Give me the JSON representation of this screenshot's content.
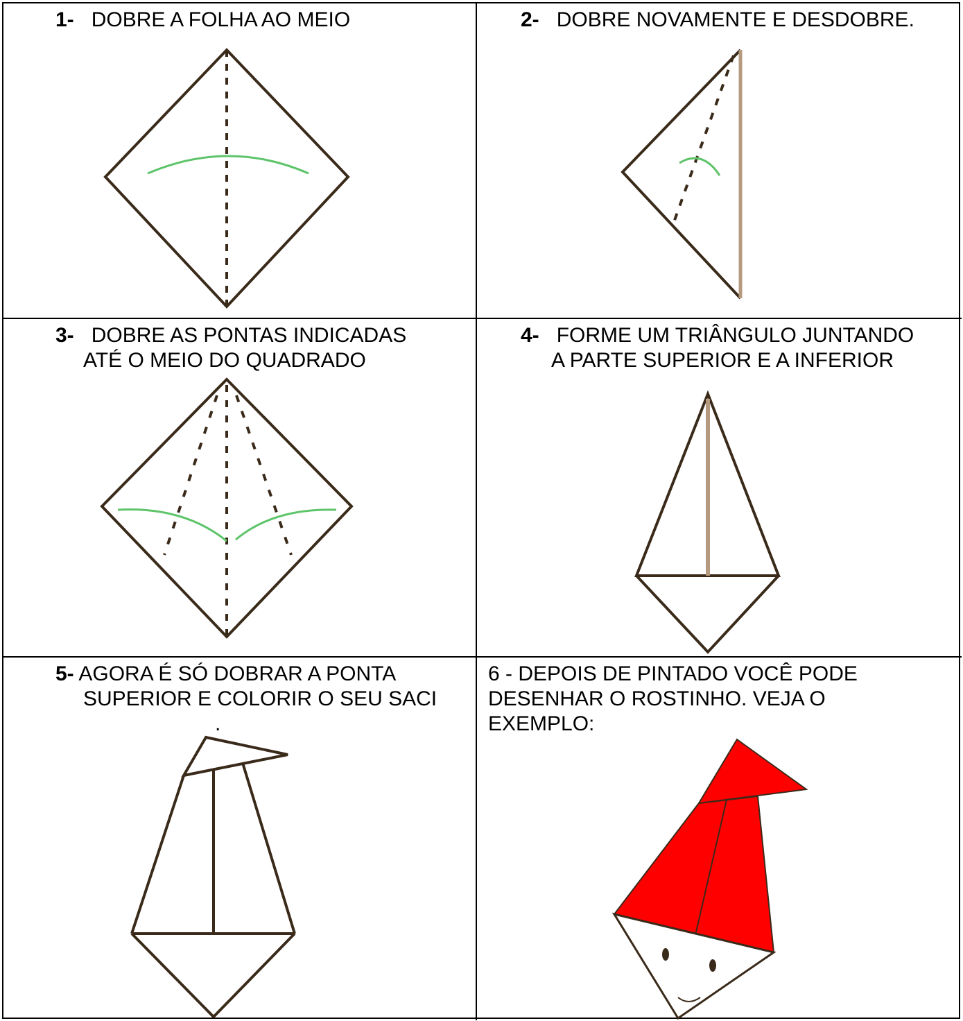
{
  "steps": [
    {
      "number": "1-",
      "lines": [
        "DOBRE A FOLHA AO MEIO"
      ]
    },
    {
      "number": "2-",
      "lines": [
        "DOBRE NOVAMENTE E DESDOBRE."
      ]
    },
    {
      "number": "3-",
      "lines": [
        "DOBRE AS PONTAS INDICADAS",
        "ATÉ O MEIO DO QUADRADO"
      ]
    },
    {
      "number": "4-",
      "lines": [
        "FORME UM TRIÂNGULO JUNTANDO",
        "A PARTE SUPERIOR E A INFERIOR"
      ]
    },
    {
      "number": "5-",
      "lines": [
        "AGORA É SÓ DOBRAR A PONTA",
        "SUPERIOR E COLORIR O SEU SACI",
        "."
      ]
    },
    {
      "number": "",
      "lines": [
        "6 - DEPOIS DE PINTADO VOCÊ PODE",
        "DESENHAR O ROSTINHO. VEJA O",
        "EXEMPLO:"
      ]
    }
  ],
  "colors": {
    "outline": "#3a2a1a",
    "arrow": "#5ec46a",
    "hat": "#ff0000",
    "crease": "#b59a80"
  }
}
